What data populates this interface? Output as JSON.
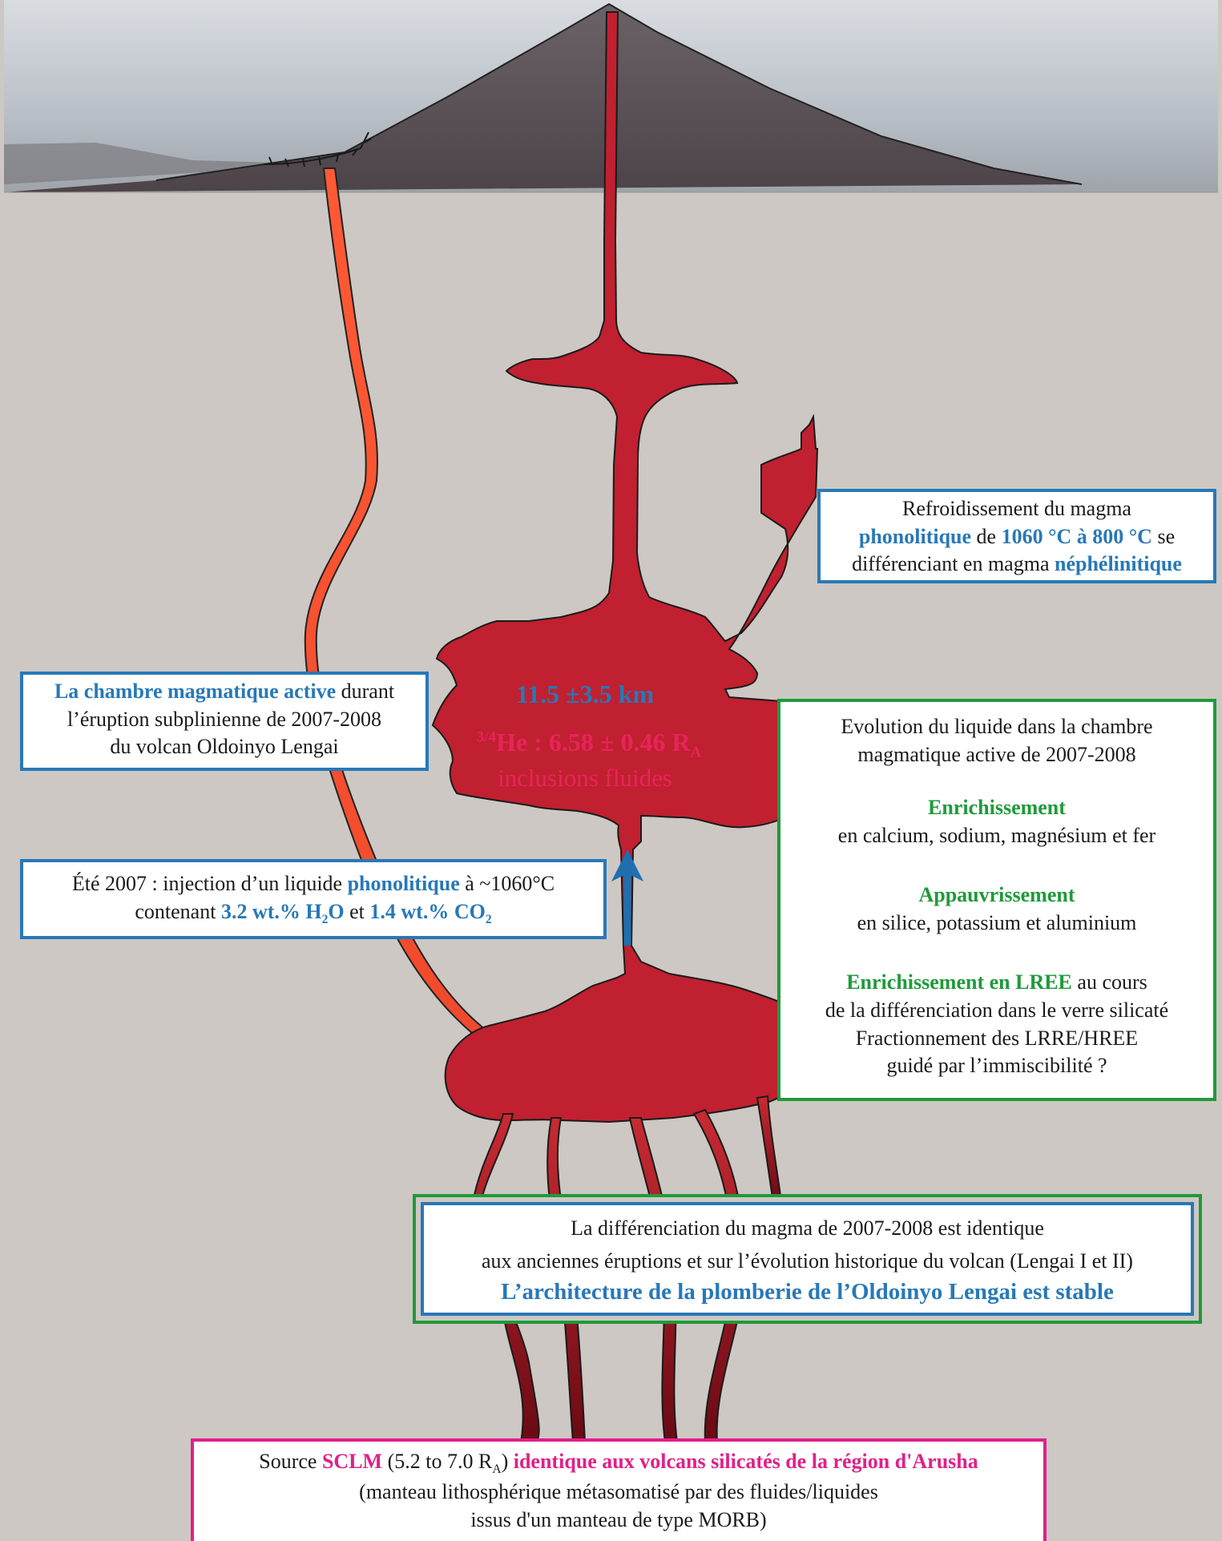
{
  "colors": {
    "background": "#cdc8c3",
    "blue": "#2878b8",
    "green": "#1f9a3a",
    "pink": "#e0208a",
    "red_text": "#e8245a"
  },
  "chamber_label": {
    "depth": "11.5 ±3.5 km",
    "he_prefix": "3/4",
    "he_value": "He : 6.58 ± 0.46 R",
    "he_sub": "A",
    "inclusions": "inclusions fluides"
  },
  "refroidissement": {
    "line1": "Refroidissement du magma",
    "w_phonolitique": "phonolitique",
    "de": " de ",
    "temps": "1060 °C à 800 °C",
    "se": " se",
    "line3a": "différenciant en magma ",
    "w_nephelinitique": "néphélinitique"
  },
  "chambre": {
    "bold": "La chambre magmatique active",
    "rest1": " durant",
    "line2": "l’éruption subplinienne de 2007-2008",
    "line3": "du volcan Oldoinyo Lengai"
  },
  "ete": {
    "prefix": "Été 2007 : injection d’un liquide ",
    "phon": "phonolitique",
    "suffix": " à ~1060°C",
    "contenant": "contenant ",
    "h2o_a": "3.2 wt.% H",
    "h2o_sub": "2",
    "h2o_b": "O",
    "et": " et ",
    "co2_a": "1.4 wt.% CO",
    "co2_sub": "2"
  },
  "evolution": {
    "title1": "Evolution du liquide dans la chambre",
    "title2": "magmatique active de 2007-2008",
    "enrich_h": "Enrichissement",
    "enrich_t": "en calcium, sodium, magnésium et fer",
    "appauv_h": "Appauvrissement",
    "appauv_t": "en silice, potassium et aluminium",
    "lree_h": "Enrichissement en LREE",
    "lree_t1": " au cours",
    "lree_t2": "de la différenciation dans le verre silicaté",
    "lree_t3": "Fractionnement des LRRE/HREE",
    "lree_t4": "guidé par l’immiscibilité ?"
  },
  "differenciation": {
    "line1": "La différenciation du magma de 2007-2008 est identique",
    "line2": "aux anciennes éruptions et sur l’évolution historique du volcan (Lengai I et II)",
    "line3": "L’architecture de la plomberie de l’Oldoinyo Lengai est stable"
  },
  "source": {
    "w_source": "Source ",
    "sclm": "SCLM",
    "range_a": " (5.2 to 7.0 R",
    "range_sub": "A",
    "range_b": ") ",
    "identique": "identique aux volcans silicatés de la région d'Arusha",
    "line2": "(manteau lithosphérique métasomatisé par des fluides/liquides",
    "line3": "issus d'un manteau de type MORB)"
  }
}
